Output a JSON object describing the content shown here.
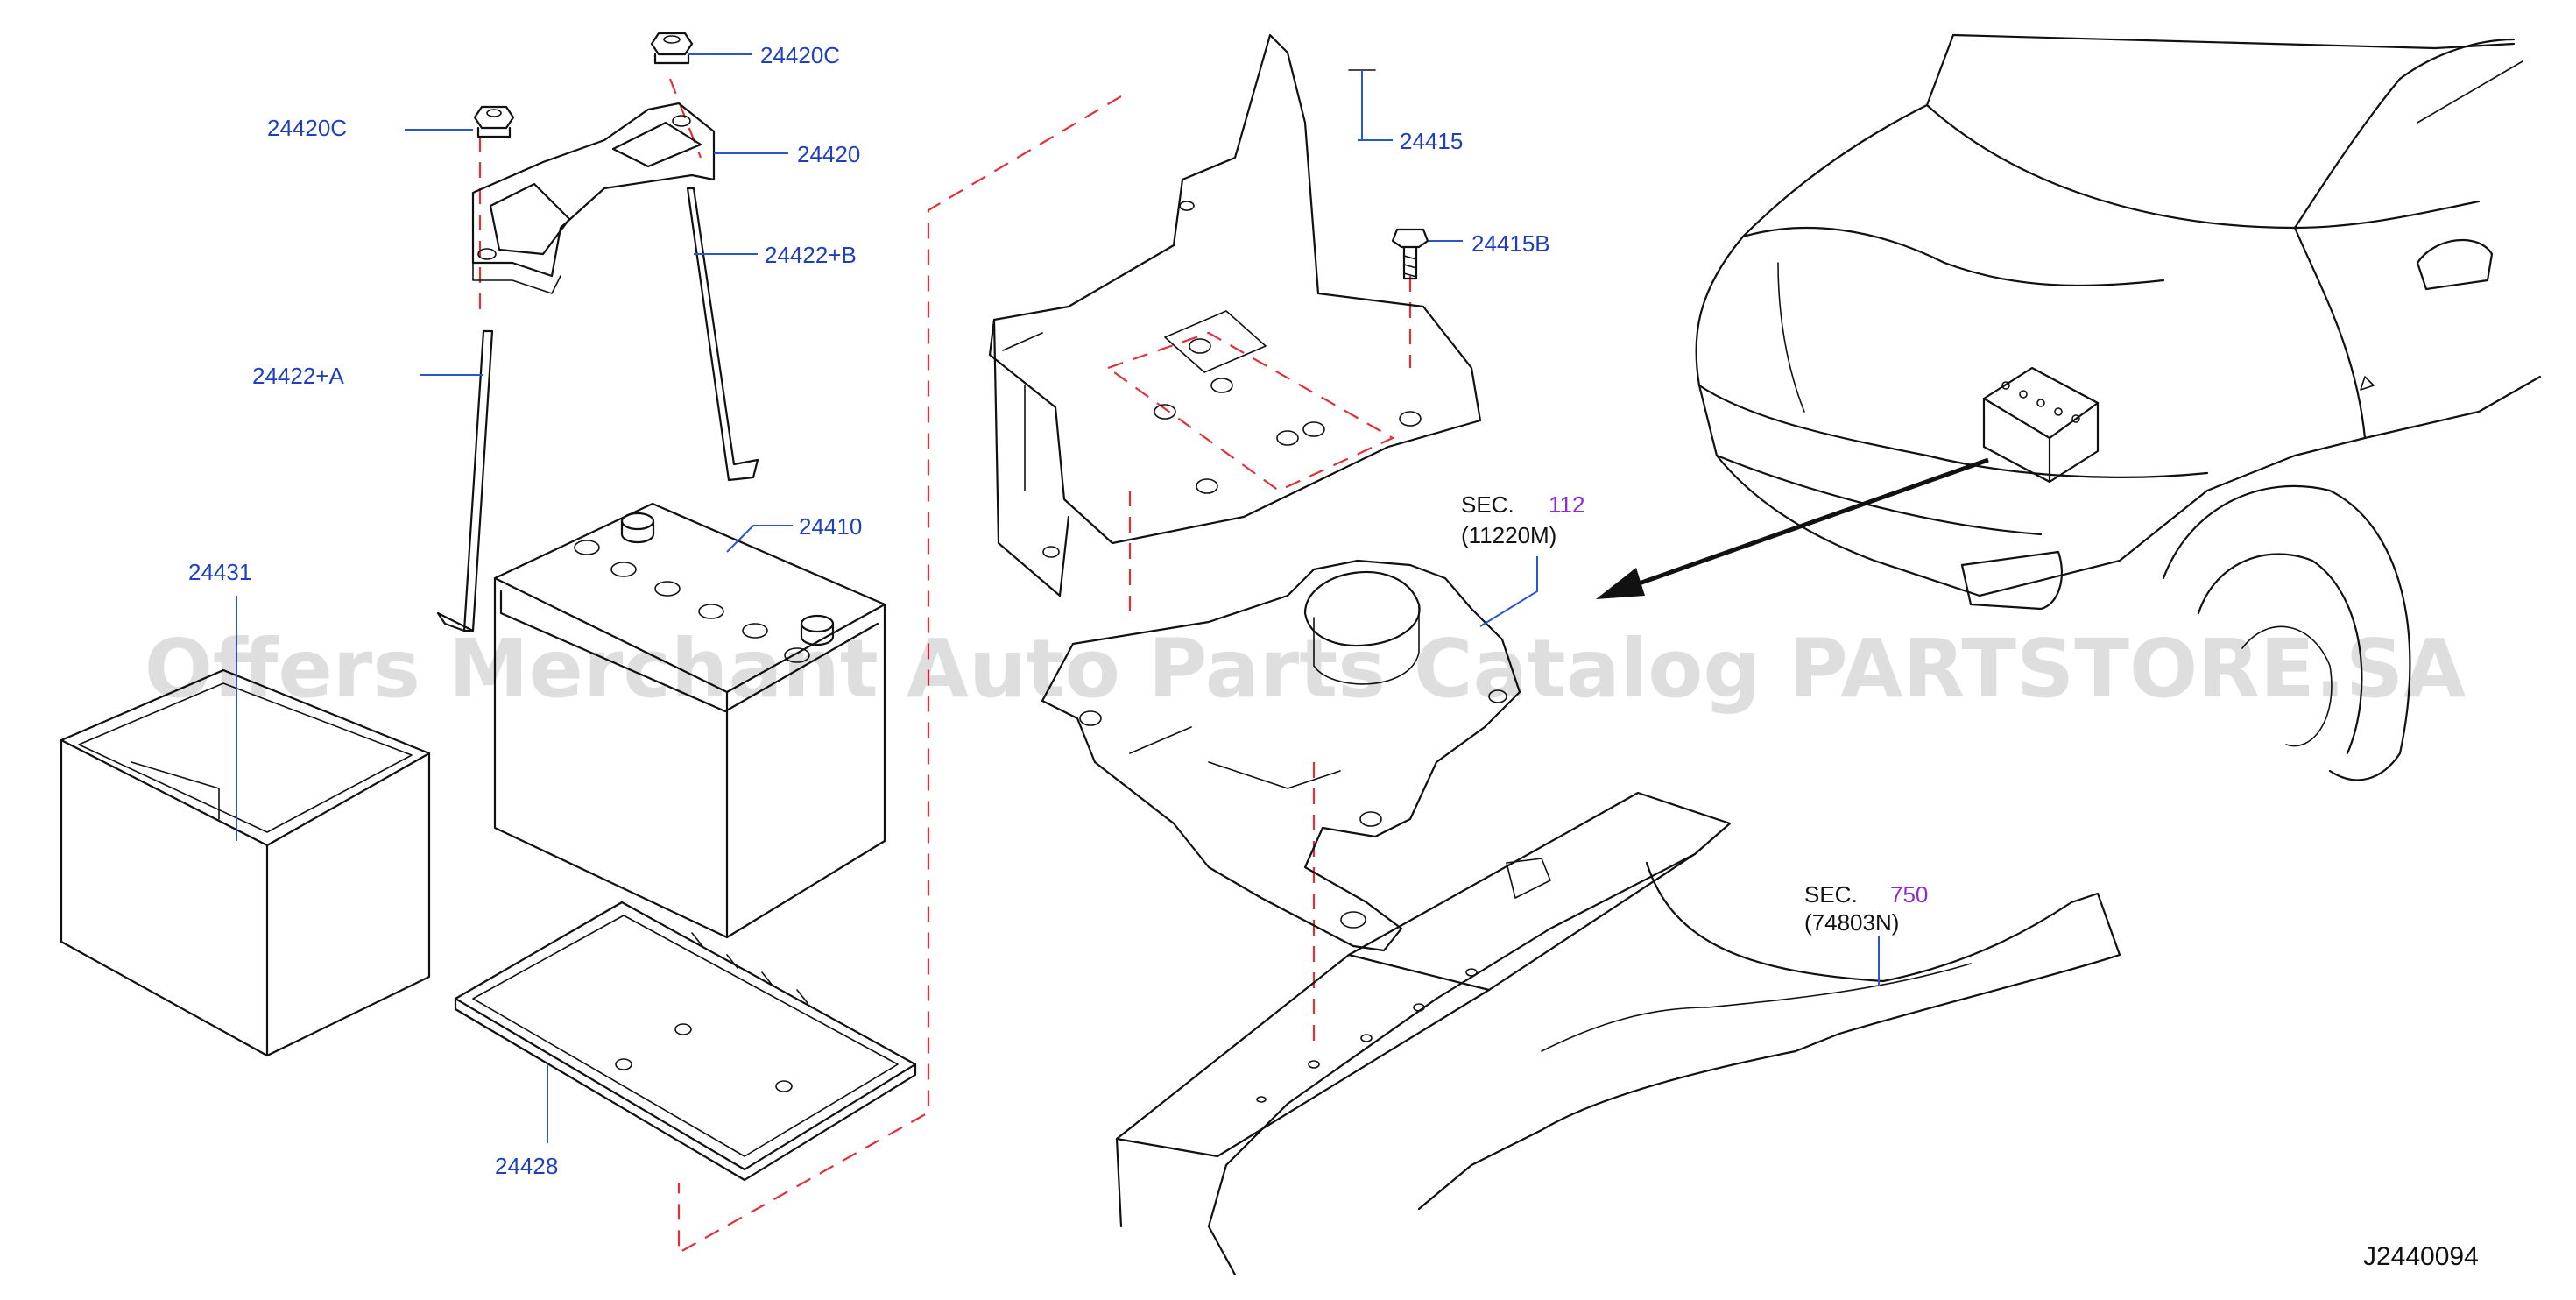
{
  "callouts": {
    "c24420C_top": "24420C",
    "c24420C_left": "24420C",
    "c24420": "24420",
    "c24422B": "24422+B",
    "c24422A": "24422+A",
    "c24410": "24410",
    "c24431": "24431",
    "c24428": "24428",
    "c24415": "24415",
    "c24415B": "24415B"
  },
  "sections": {
    "sec112": {
      "label": "SEC.",
      "number": "112",
      "ref": "(11220M)"
    },
    "sec750": {
      "label": "SEC.",
      "number": "750",
      "ref": "(74803N)"
    }
  },
  "diagram_code": "J2440094",
  "watermark": "Offers Merchant Auto Parts Catalog PARTSTORE.SA",
  "colors": {
    "callout": "#1f3fbf",
    "section_number": "#8a2bd6",
    "dashed_guide": "#e0303a"
  }
}
